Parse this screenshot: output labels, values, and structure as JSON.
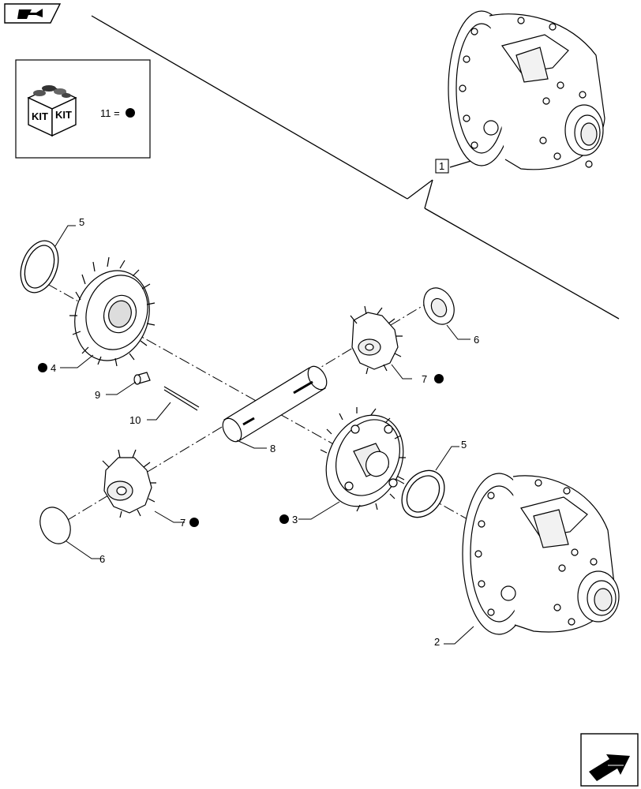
{
  "header": {
    "icon": "book-arrow-icon"
  },
  "kit_legend": {
    "box_label_1": "KIT",
    "box_label_2": "KIT",
    "equation": "11 ="
  },
  "callouts": {
    "c1": "1",
    "c2": "2",
    "c3": "3",
    "c4": "4",
    "c5a": "5",
    "c5b": "5",
    "c6a": "6",
    "c6b": "6",
    "c7a": "7",
    "c7b": "7",
    "c8": "8",
    "c9": "9",
    "c10": "10"
  },
  "footer": {
    "icon": "next-page-arrow-icon"
  }
}
